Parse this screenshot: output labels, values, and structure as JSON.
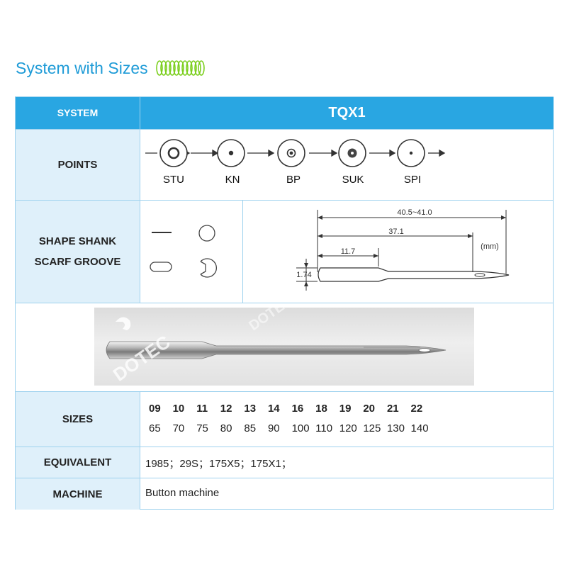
{
  "heading": {
    "title": "System with Sizes",
    "decoration": "green-spring-icon"
  },
  "system": {
    "label": "SYSTEM",
    "value": "TQX1"
  },
  "points": {
    "label": "POINTS",
    "items": [
      "STU",
      "KN",
      "BP",
      "SUK",
      "SPI"
    ]
  },
  "shank": {
    "label_line1": "SHAPE SHANK",
    "label_line2": "SCARF GROOVE",
    "dims": {
      "overall": "40.5~41.0",
      "eye": "37.1",
      "shank": "11.7",
      "diameter": "1.74",
      "unit": "(mm)"
    }
  },
  "photo": {
    "watermark": "DOTEC"
  },
  "sizes": {
    "label": "SIZES",
    "singer": [
      "09",
      "10",
      "11",
      "12",
      "13",
      "14",
      "16",
      "18",
      "19",
      "20",
      "21",
      "22"
    ],
    "metric": [
      "65",
      "70",
      "75",
      "80",
      "85",
      "90",
      "100",
      "110",
      "120",
      "125",
      "130",
      "140"
    ]
  },
  "equivalent": {
    "label": "EQUIVALENT",
    "value": "1985；29S；175X5；175X1；"
  },
  "machine": {
    "label": "MACHINE",
    "value": "Button machine"
  },
  "colors": {
    "accent": "#29a6e2",
    "label_bg": "#dff0fa",
    "heading": "#1e9bd7",
    "spring": "#7ccf1f"
  }
}
